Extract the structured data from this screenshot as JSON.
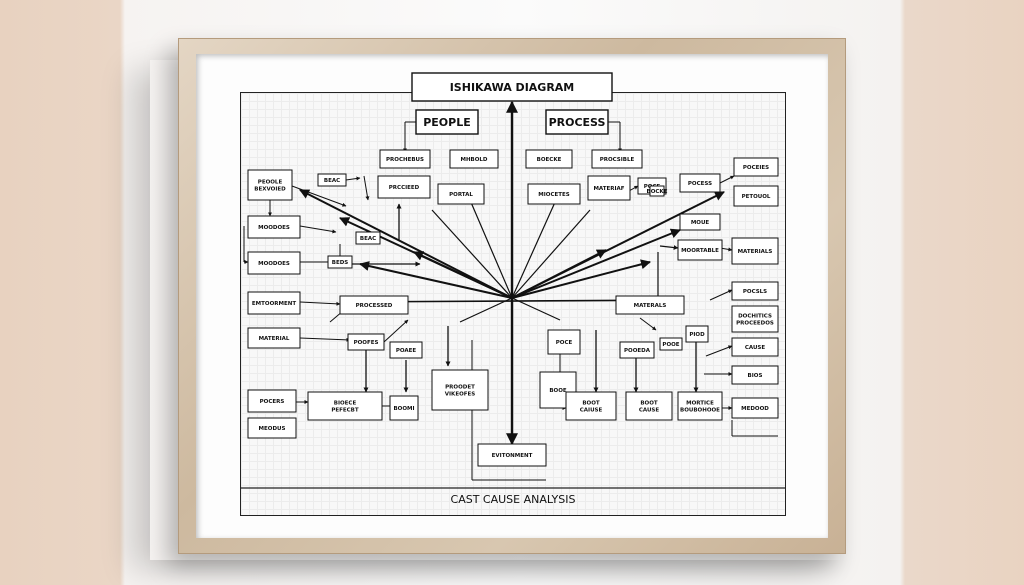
{
  "diagram": {
    "title": "ISHIKAWA DIAGRAM",
    "footer": "CAST CAUSE ANALYSIS",
    "top_nodes": [
      "PEOPLE",
      "PROCESS"
    ],
    "bottom_node": "EVITONMENT",
    "left_nodes": [
      [
        "PEOOLE",
        "BEXVOIED"
      ],
      [
        "MOODOES"
      ],
      [
        "MOODOES"
      ],
      [
        "EMTOORMENT"
      ],
      [
        "MATERIAL"
      ],
      [
        "POCERS"
      ],
      [
        "MEODUS"
      ]
    ],
    "right_nodes": [
      [
        "POCESS"
      ],
      [
        "POCEIES"
      ],
      [
        "PETOUOL"
      ],
      [
        "MATERIALS"
      ],
      [
        "POCSLS"
      ],
      [
        "DOCHITICS",
        "PROCEEDOS"
      ],
      [
        "CAUSE"
      ],
      [
        "BIOS"
      ],
      [
        "MEDOOD"
      ]
    ],
    "inner_nodes": [
      [
        "PROCHEBUS"
      ],
      [
        "MHBOLD"
      ],
      [
        "BOECKE"
      ],
      [
        "PROCSIBLE"
      ],
      [
        "PRCCIEED"
      ],
      [
        "PORTAL"
      ],
      [
        "MIOCETES"
      ],
      [
        "MATERIAF"
      ],
      [
        "POCE"
      ],
      [
        "BEAC"
      ],
      [
        "BEAC"
      ],
      [
        "MOUE"
      ],
      [
        "MOORTABLE"
      ],
      [
        "BEDS"
      ],
      [
        "PROCESSED"
      ],
      [
        "MATERALS"
      ],
      [
        "POOFES"
      ],
      [
        "POAEE"
      ],
      [
        "POCE"
      ],
      [
        "POOEDA"
      ],
      [
        "POOE"
      ],
      [
        "PIOD"
      ],
      [
        "PROODET",
        "VIKEOFES"
      ],
      [
        "BOOE"
      ],
      [
        "BOOT",
        "CAIUSE"
      ],
      [
        "BOOT",
        "CAUSE"
      ],
      [
        "MORTICE",
        "BOUBOHOOE"
      ],
      [
        "BIOECE",
        "PEFECBT"
      ],
      [
        "BOOMI"
      ],
      [
        "BOCKE"
      ]
    ]
  }
}
